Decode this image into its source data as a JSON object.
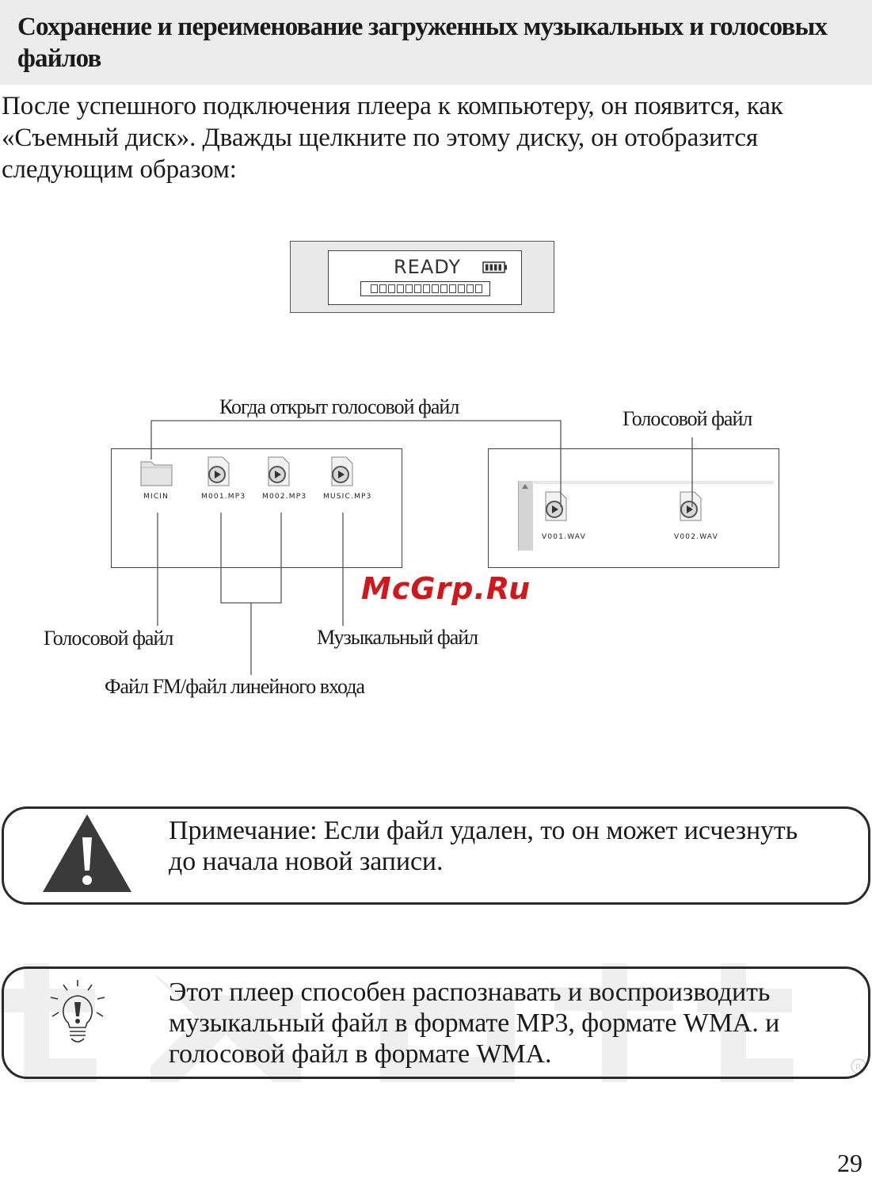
{
  "header": {
    "title": "Сохранение и переименование загруженных музыкальных и голосовых файлов"
  },
  "intro": {
    "text": "После успешного подключения плеера к компьютеру, он появится, как «Съемный диск». Дважды щелкните по этому диску, он отобразится следующим образом:"
  },
  "lcd": {
    "status": "READY"
  },
  "diagram": {
    "label_when_open": "Когда открыт голосовой файл",
    "label_voice_right": "Голосовой файл",
    "label_voice_left": "Голосовой файл",
    "label_music": "Музыкальный файл",
    "label_fm": "Файл FM/файл линейного входа",
    "left_panel_files": [
      "MICIN",
      "M001.MP3",
      "M002.MP3",
      "MUSIC.MP3"
    ],
    "right_panel_files": [
      "V001.WAV",
      "V002.WAV"
    ]
  },
  "watermark": "McGrp.Ru",
  "note": {
    "icon": "warning-triangle-icon",
    "text": "Примечание: Если файл удален, то он может исчезнуть до начала новой записи."
  },
  "tip": {
    "icon": "lightbulb-icon",
    "text": "Этот плеер способен распознавать и воспроизводить музыкальный файл в формате MP3, формате WMA. и голосовой файл в формате WMA."
  },
  "page_number": "29"
}
